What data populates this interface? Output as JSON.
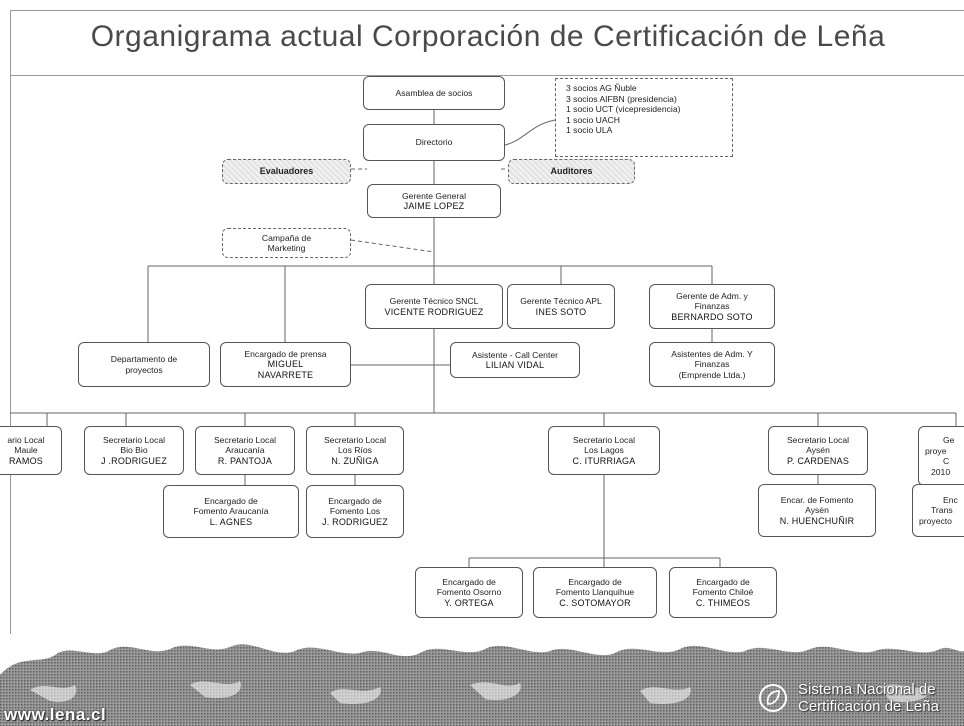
{
  "title": "Organigrama actual Corporación de Certificación de Leña",
  "nodes": {
    "asamblea": "Asamblea de socios",
    "directorio": "Directorio",
    "members": [
      "3 socios AG Ñuble",
      "3 socios AIFBN (presidencia)",
      "1 socio UCT (vicepresidencia)",
      "1 socio UACH",
      "1 socio ULA"
    ],
    "evaluadores": "Evaluadores",
    "auditores": "Auditores",
    "gerente_general": {
      "role": "Gerente General",
      "name": "JAIME LOPEZ"
    },
    "marketing": [
      "Campaña de",
      "Marketing"
    ],
    "gerente_sncl": {
      "role": "Gerente Técnico SNCL",
      "name": "VICENTE RODRIGUEZ"
    },
    "gerente_apl": {
      "role": "Gerente Técnico APL",
      "name": "INES SOTO"
    },
    "gerente_adm": {
      "role": [
        "Gerente de Adm.  y",
        "Finanzas"
      ],
      "name": "BERNARDO SOTO"
    },
    "depto_proyectos": [
      "Departamento de",
      "proyectos"
    ],
    "prensa": {
      "role": "Encargado de prensa",
      "name": [
        "MIGUEL",
        "NAVARRETE"
      ]
    },
    "call_center": {
      "role": "Asistente - Call Center",
      "name": "LILIAN VIDAL"
    },
    "asist_adm": [
      "Asistentes de Adm. Y",
      "Finanzas",
      "(Emprende Ltda.)"
    ],
    "sec_maule": [
      "ario Local",
      "Maule",
      "RAMOS"
    ],
    "sec_biobio": [
      "Secretario Local",
      "Bio Bio",
      "J .RODRIGUEZ"
    ],
    "sec_araucania": [
      "Secretario Local",
      "Araucanía",
      "R. PANTOJA"
    ],
    "sec_losrios": [
      "Secretario Local",
      "Los Ríos",
      "N. ZUÑIGA"
    ],
    "sec_loslagos": [
      "Secretario Local",
      "Los Lagos",
      "C. ITURRIAGA"
    ],
    "sec_aysen": [
      "Secretario Local",
      "Aysén",
      "P. CARDENAS"
    ],
    "ge_proyectos": [
      "Ge",
      "proye",
      "C",
      "2010"
    ],
    "fom_araucania": [
      "Encargado de",
      "Fomento Araucanía",
      "L. AGNES"
    ],
    "fom_losrios": [
      "Encargado de",
      "Fomento Los",
      "J. RODRIGUEZ"
    ],
    "fom_aysen": [
      "Encar. de Fomento",
      "Aysén",
      "N. HUENCHUÑIR"
    ],
    "enc_trans": [
      "Enc",
      "Trans",
      "proyecto"
    ],
    "fom_osorno": [
      "Encargado de",
      "Fomento Osorno",
      "Y. ORTEGA"
    ],
    "fom_llanquihue": [
      "Encargado de",
      "Fomento Llanquihue",
      "C. SOTOMAYOR"
    ],
    "fom_chiloe": [
      "Encargado de",
      "Fomento Chiloé",
      "C. THIMEOS"
    ]
  },
  "footer": {
    "url": "www.lena.cl",
    "brand": [
      "Sistema Nacional de",
      "Certificación de Leña"
    ]
  }
}
